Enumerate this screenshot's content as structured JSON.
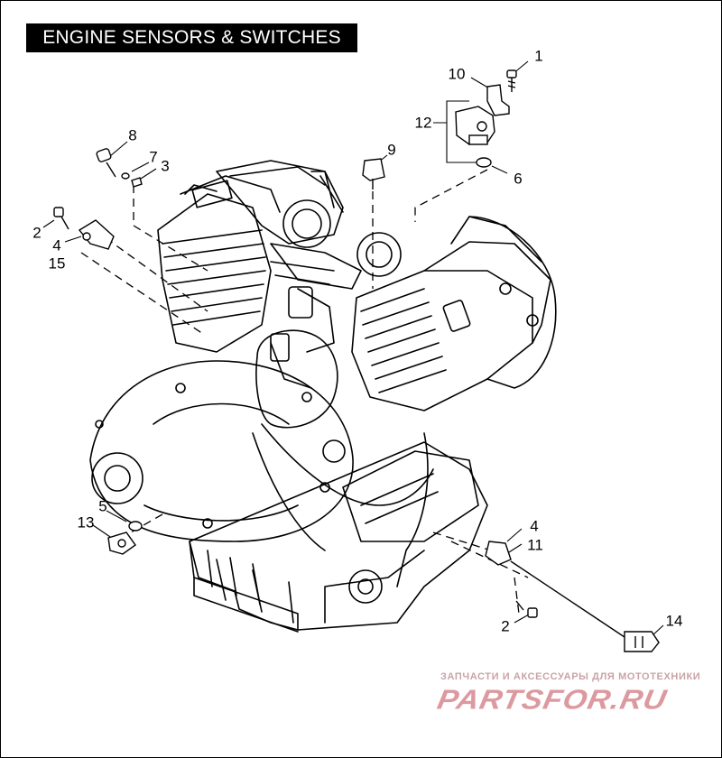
{
  "title": "ENGINE SENSORS & SWITCHES",
  "callouts": [
    "1",
    "10",
    "12",
    "8",
    "7",
    "3",
    "9",
    "6",
    "2",
    "4",
    "15",
    "5",
    "13",
    "4",
    "11",
    "2",
    "14"
  ],
  "watermark": {
    "line1": "ЗАПЧАСТИ И АКСЕССУАРЫ ДЛЯ МОТОТЕХНИКИ",
    "brand": "PARTSFOR.RU"
  }
}
